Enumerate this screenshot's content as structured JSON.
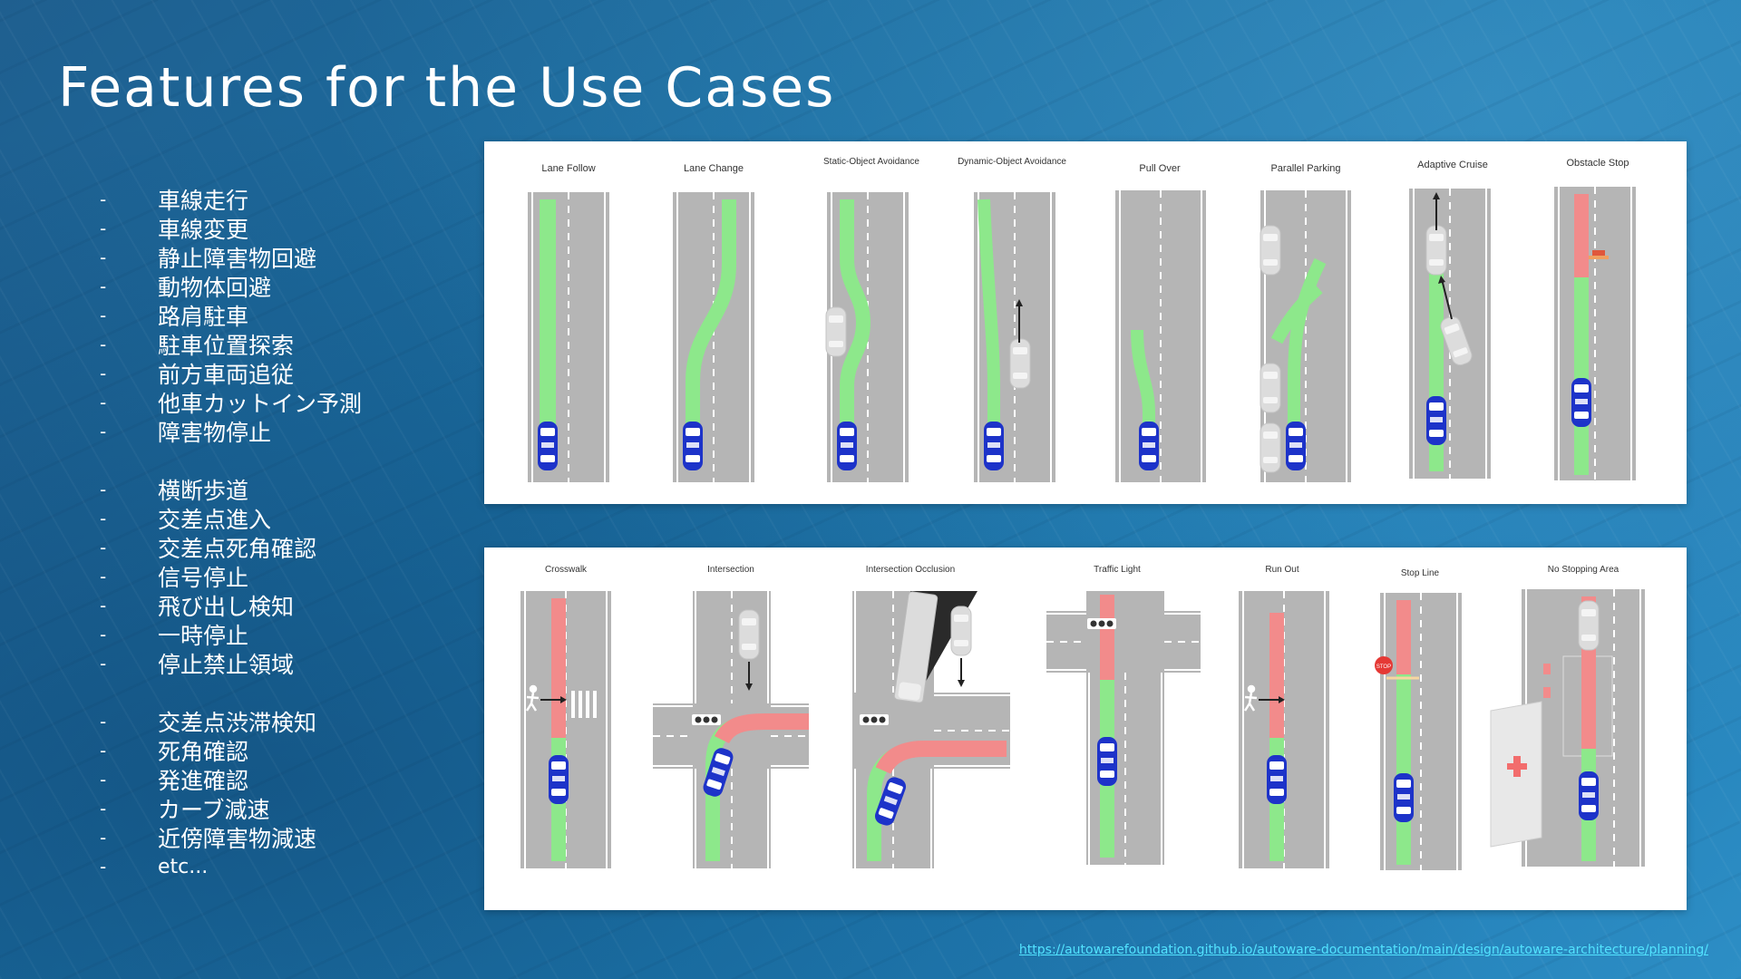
{
  "slide": {
    "title": "Features for the Use Cases",
    "link": "https://autowarefoundation.github.io/autoware-documentation/main/design/autoware-architecture/planning/"
  },
  "features": {
    "group1": [
      "車線走行",
      "車線変更",
      "静止障害物回避",
      "動物体回避",
      "路肩駐車",
      "駐車位置探索",
      "前方車両追従",
      "他車カットイン予測",
      "障害物停止"
    ],
    "group2": [
      "横断歩道",
      "交差点進入",
      "交差点死角確認",
      "信号停止",
      "飛び出し検知",
      "一時停止",
      "停止禁止領域"
    ],
    "group3": [
      "交差点渋滞検知",
      "死角確認",
      "発進確認",
      "カーブ減速",
      "近傍障害物減速",
      "etc..."
    ],
    "bullet": "-"
  },
  "diagrams": {
    "row1": [
      "Lane Follow",
      "Lane Change",
      "Static-Object Avoidance",
      "Dynamic-Object Avoidance",
      "Pull Over",
      "Parallel Parking",
      "Adaptive Cruise",
      "Obstacle Stop"
    ],
    "row2": [
      "Crosswalk",
      "Intersection",
      "Intersection Occlusion",
      "Traffic Light",
      "Run Out",
      "Stop Line",
      "No Stopping Area"
    ],
    "stop_sign_text": "STOP"
  },
  "colors": {
    "road": "#b5b5b5",
    "path_green": "#8de88b",
    "stop_red": "#f28b8b",
    "ego_car": "#1d33c9",
    "other_car": "#dcdcdc",
    "link": "#52e3ff"
  }
}
